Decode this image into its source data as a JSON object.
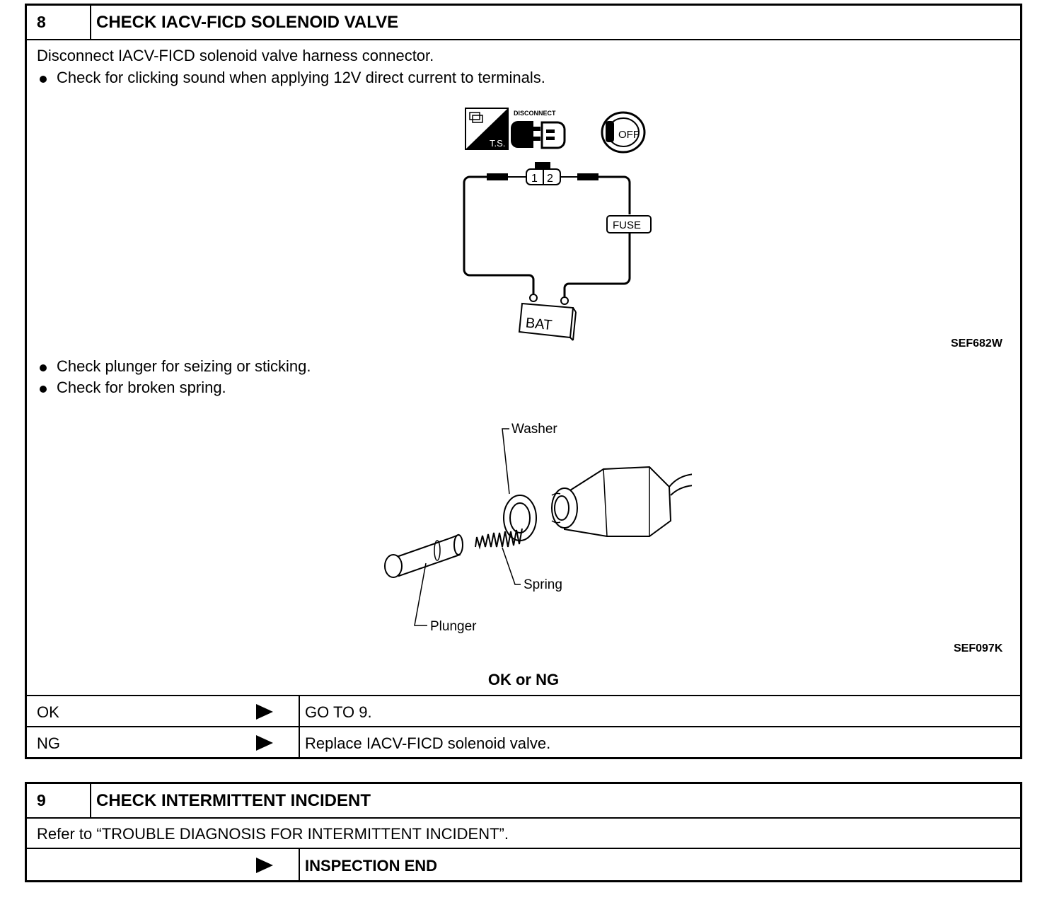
{
  "step8": {
    "number": "8",
    "title": "CHECK IACV-FICD SOLENOID VALVE",
    "instruction": "Disconnect IACV-FICD solenoid valve harness connector.",
    "bullet1": "Check for clicking sound when applying 12V direct current to terminals.",
    "diagram1": {
      "icon_ts_text": "T.S.",
      "icon_disconnect_text": "DISCONNECT",
      "icon_off_text": "OFF",
      "terminal_1": "1",
      "terminal_2": "2",
      "fuse_label": "FUSE",
      "battery_label": "BAT",
      "ref_code": "SEF682W"
    },
    "bullet2": "Check plunger for seizing or sticking.",
    "bullet3": "Check for broken spring.",
    "diagram2": {
      "washer_label": "Washer",
      "spring_label": "Spring",
      "plunger_label": "Plunger",
      "ref_code": "SEF097K"
    },
    "result_heading": "OK or NG",
    "results": [
      {
        "label": "OK",
        "action": "GO TO 9."
      },
      {
        "label": "NG",
        "action": "Replace IACV-FICD solenoid valve."
      }
    ]
  },
  "step9": {
    "number": "9",
    "title": "CHECK INTERMITTENT INCIDENT",
    "instruction": "Refer to “TROUBLE DIAGNOSIS FOR INTERMITTENT INCIDENT”.",
    "result": {
      "label": "",
      "action": "INSPECTION END"
    }
  }
}
